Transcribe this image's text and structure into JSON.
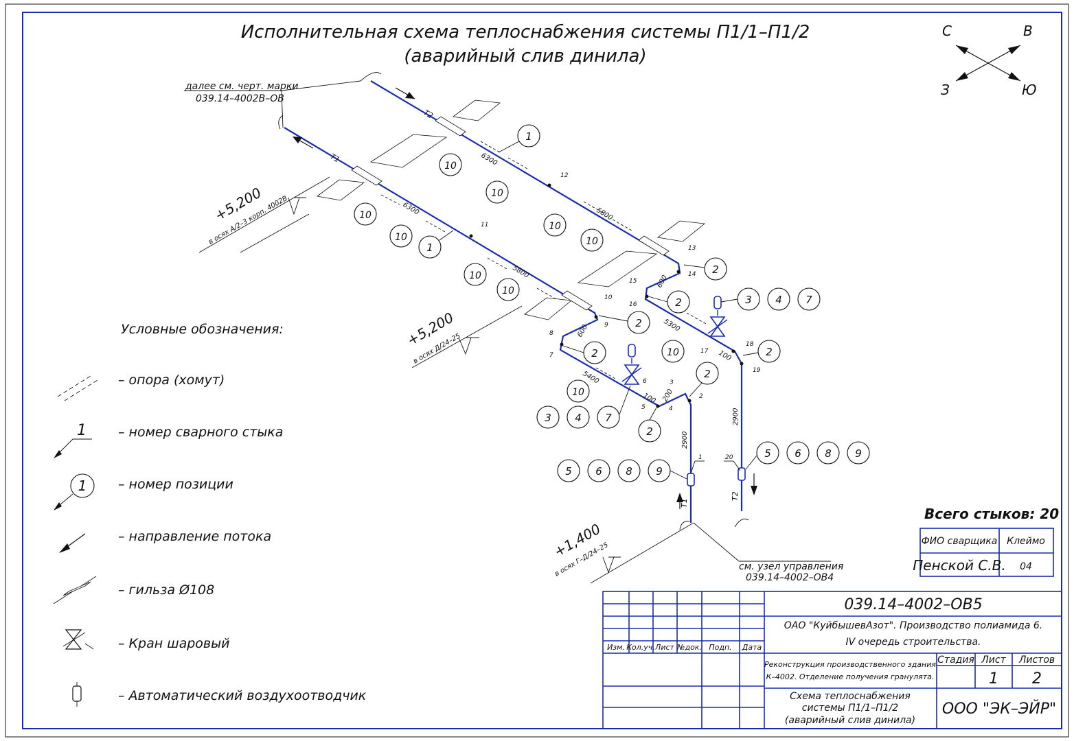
{
  "title": {
    "line1": "Исполнительная схема теплоснабжения системы П1/1–П1/2",
    "line2": "(аварийный слив динила)"
  },
  "compass": {
    "north": "С",
    "east": "В",
    "west": "З",
    "south": "Ю"
  },
  "references": {
    "top_note_line1": "далее см. черт. марки",
    "top_note_line2": "039.14–4002В–ОВ",
    "bottom_note_line1": "см. узел управления",
    "bottom_note_line2": "039.14–4002–ОВ4"
  },
  "elevations": [
    {
      "value": "+5,200",
      "note": "в осях А/2–3 корп. 4002В"
    },
    {
      "value": "+5,200",
      "note": "в осях Д/24–25"
    },
    {
      "value": "+1,400",
      "note": "в осях Г–Д/24–25"
    }
  ],
  "pipe_labels": {
    "t2": "Т2",
    "t1": "Т1",
    "len_6300": "6300",
    "len_5800": "5800",
    "len_600": "600",
    "len_5300": "5300",
    "len_5400": "5400",
    "len_100": "100",
    "len_200": "200",
    "len_2900": "2900"
  },
  "positions": {
    "p1": "1",
    "p2": "2",
    "p3": "3",
    "p4": "4",
    "p5": "5",
    "p6": "6",
    "p7": "7",
    "p8": "8",
    "p9": "9",
    "p10": "10"
  },
  "joints": {
    "j1": "1",
    "j2": "2",
    "j3": "3",
    "j4": "4",
    "j5": "5",
    "j6": "6",
    "j7": "7",
    "j8": "8",
    "j9": "9",
    "j10": "10",
    "j11": "11",
    "j12": "12",
    "j13": "13",
    "j14": "14",
    "j15": "15",
    "j16": "16",
    "j17": "17",
    "j18": "18",
    "j19": "19",
    "j20": "20"
  },
  "legend": {
    "heading": "Условные обозначения:",
    "items": [
      "– опора (хомут)",
      "– номер сварного стыка",
      "– номер позиции",
      "– направление потока",
      "– гильза Ø108",
      "– Кран шаровый",
      "– Автоматический воздухоотводчик"
    ],
    "sample_joint": "1",
    "sample_position": "1"
  },
  "joints_total": "Всего стыков: 20",
  "welder": {
    "col1_header": "ФИО сварщика",
    "col2_header": "Клеймо",
    "name": "Пенской С.В.",
    "stamp": "04"
  },
  "title_block": {
    "doc_code": "039.14–4002–ОВ5",
    "org_line1": "ОАО \"КуйбышевАзот\". Производство полиамида 6.",
    "org_line2": "IV очередь строительства.",
    "column_headers": [
      "Изм.",
      "Кол.уч.",
      "Лист",
      "№док.",
      "Подп.",
      "Дата"
    ],
    "project_line1": "Реконструкция производственного здания",
    "project_line2": "К–4002. Отделение получения гранулята.",
    "stage_label": "Стадия",
    "sheet_label": "Лист",
    "sheets_label": "Листов",
    "sheet_value": "1",
    "sheets_value": "2",
    "drawing_line1": "Схема теплоснабжения",
    "drawing_line2": "системы П1/1–П1/2",
    "drawing_line3": "(аварийный слив динила)",
    "company": "ООО \"ЭК–ЭЙР\""
  }
}
